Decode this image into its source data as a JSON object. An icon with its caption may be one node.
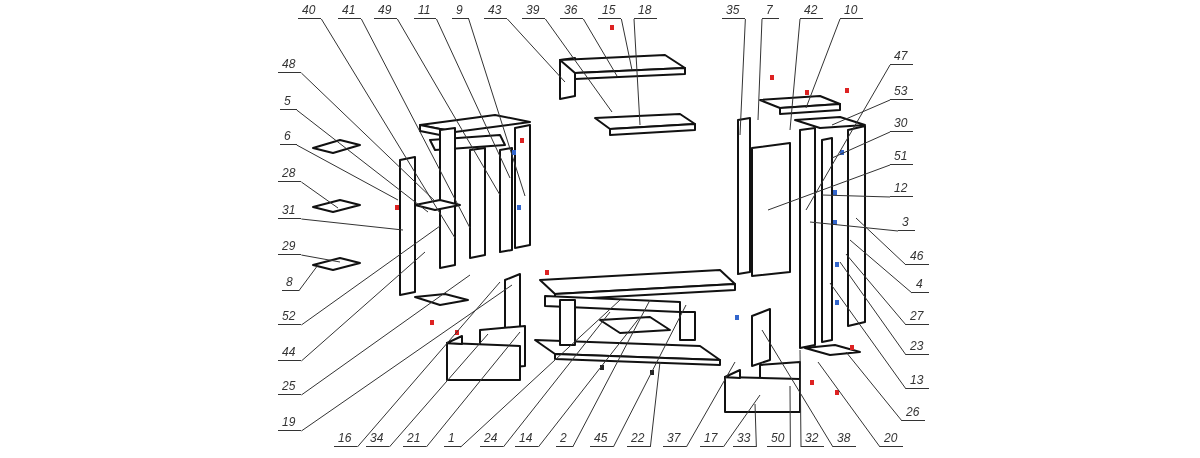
{
  "diagram": {
    "nodes": [
      {
        "text": [
          "40"
        ]
      },
      {
        "text": [
          "41"
        ]
      },
      {
        "text": [
          "49"
        ]
      },
      {
        "text": [
          "11"
        ]
      },
      {
        "text": [
          "9"
        ]
      },
      {
        "text": [
          "43"
        ]
      },
      {
        "text": [
          "39"
        ]
      },
      {
        "text": [
          "36"
        ]
      },
      {
        "text": [
          "15"
        ]
      },
      {
        "text": [
          "18"
        ]
      },
      {
        "text": [
          "35"
        ]
      },
      {
        "text": [
          "7"
        ]
      },
      {
        "text": [
          "42"
        ]
      },
      {
        "text": [
          "10"
        ]
      },
      {
        "text": [
          "48"
        ]
      },
      {
        "text": [
          "5"
        ]
      },
      {
        "text": [
          "6"
        ]
      },
      {
        "text": [
          "28"
        ]
      },
      {
        "text": [
          "31"
        ]
      },
      {
        "text": [
          "29"
        ]
      },
      {
        "text": [
          "8"
        ]
      },
      {
        "text": [
          "52"
        ]
      },
      {
        "text": [
          "44"
        ]
      },
      {
        "text": [
          "25"
        ]
      },
      {
        "text": [
          "19"
        ]
      },
      {
        "text": [
          "47"
        ]
      },
      {
        "text": [
          "53"
        ]
      },
      {
        "text": [
          "30"
        ]
      },
      {
        "text": [
          "51"
        ]
      },
      {
        "text": [
          "12"
        ]
      },
      {
        "text": [
          "3"
        ]
      },
      {
        "text": [
          "46"
        ]
      },
      {
        "text": [
          "4"
        ]
      },
      {
        "text": [
          "27"
        ]
      },
      {
        "text": [
          "23"
        ]
      },
      {
        "text": [
          "13"
        ]
      },
      {
        "text": [
          "26"
        ]
      },
      {
        "text": [
          "16"
        ]
      },
      {
        "text": [
          "34"
        ]
      },
      {
        "text": [
          "21"
        ]
      },
      {
        "text": [
          "1"
        ]
      },
      {
        "text": [
          "24"
        ]
      },
      {
        "text": [
          "14"
        ]
      },
      {
        "text": [
          "2"
        ]
      },
      {
        "text": [
          "45"
        ]
      },
      {
        "text": [
          "22"
        ]
      },
      {
        "text": [
          "37"
        ]
      },
      {
        "text": [
          "17"
        ]
      },
      {
        "text": [
          "33"
        ]
      },
      {
        "text": [
          "50"
        ]
      },
      {
        "text": [
          "32"
        ]
      },
      {
        "text": [
          "38"
        ]
      },
      {
        "text": [
          "20"
        ]
      }
    ],
    "edges": [
      {
        "from": 0,
        "to": null,
        "arrow": "none"
      },
      {
        "from": 1,
        "to": null,
        "arrow": "none"
      },
      {
        "from": 2,
        "to": null,
        "arrow": "none"
      },
      {
        "from": 3,
        "to": null,
        "arrow": "none"
      },
      {
        "from": 4,
        "to": null,
        "arrow": "none"
      },
      {
        "from": 5,
        "to": null,
        "arrow": "none"
      },
      {
        "from": 6,
        "to": null,
        "arrow": "none"
      },
      {
        "from": 7,
        "to": null,
        "arrow": "none"
      },
      {
        "from": 8,
        "to": null,
        "arrow": "none"
      },
      {
        "from": 9,
        "to": null,
        "arrow": "none"
      },
      {
        "from": 10,
        "to": null,
        "arrow": "none"
      },
      {
        "from": 11,
        "to": null,
        "arrow": "none"
      },
      {
        "from": 12,
        "to": null,
        "arrow": "none"
      },
      {
        "from": 13,
        "to": null,
        "arrow": "none"
      },
      {
        "from": 14,
        "to": null,
        "arrow": "none"
      },
      {
        "from": 15,
        "to": null,
        "arrow": "none"
      },
      {
        "from": 16,
        "to": null,
        "arrow": "none"
      },
      {
        "from": 17,
        "to": null,
        "arrow": "none"
      },
      {
        "from": 18,
        "to": null,
        "arrow": "none"
      },
      {
        "from": 19,
        "to": null,
        "arrow": "none"
      },
      {
        "from": 20,
        "to": null,
        "arrow": "none"
      },
      {
        "from": 21,
        "to": null,
        "arrow": "none"
      },
      {
        "from": 22,
        "to": null,
        "arrow": "none"
      },
      {
        "from": 23,
        "to": null,
        "arrow": "none"
      },
      {
        "from": 24,
        "to": null,
        "arrow": "none"
      },
      {
        "from": 25,
        "to": null,
        "arrow": "none"
      },
      {
        "from": 26,
        "to": null,
        "arrow": "none"
      },
      {
        "from": 27,
        "to": null,
        "arrow": "none"
      },
      {
        "from": 28,
        "to": null,
        "arrow": "none"
      },
      {
        "from": 29,
        "to": null,
        "arrow": "none"
      },
      {
        "from": 30,
        "to": null,
        "arrow": "none"
      },
      {
        "from": 31,
        "to": null,
        "arrow": "none"
      },
      {
        "from": 32,
        "to": null,
        "arrow": "none"
      },
      {
        "from": 33,
        "to": null,
        "arrow": "none"
      },
      {
        "from": 34,
        "to": null,
        "arrow": "none"
      },
      {
        "from": 35,
        "to": null,
        "arrow": "none"
      },
      {
        "from": 36,
        "to": null,
        "arrow": "none"
      },
      {
        "from": 37,
        "to": null,
        "arrow": "none"
      },
      {
        "from": 38,
        "to": null,
        "arrow": "none"
      },
      {
        "from": 39,
        "to": null,
        "arrow": "none"
      },
      {
        "from": 40,
        "to": null,
        "arrow": "none"
      },
      {
        "from": 41,
        "to": null,
        "arrow": "none"
      },
      {
        "from": 42,
        "to": null,
        "arrow": "none"
      },
      {
        "from": 43,
        "to": null,
        "arrow": "none"
      },
      {
        "from": 44,
        "to": null,
        "arrow": "none"
      },
      {
        "from": 45,
        "to": null,
        "arrow": "none"
      },
      {
        "from": 46,
        "to": null,
        "arrow": "none"
      },
      {
        "from": 47,
        "to": null,
        "arrow": "none"
      },
      {
        "from": 48,
        "to": null,
        "arrow": "none"
      },
      {
        "from": 49,
        "to": null,
        "arrow": "none"
      },
      {
        "from": 50,
        "to": null,
        "arrow": "none"
      },
      {
        "from": 51,
        "to": null,
        "arrow": "none"
      },
      {
        "from": 52,
        "to": null,
        "arrow": "none"
      }
    ]
  }
}
